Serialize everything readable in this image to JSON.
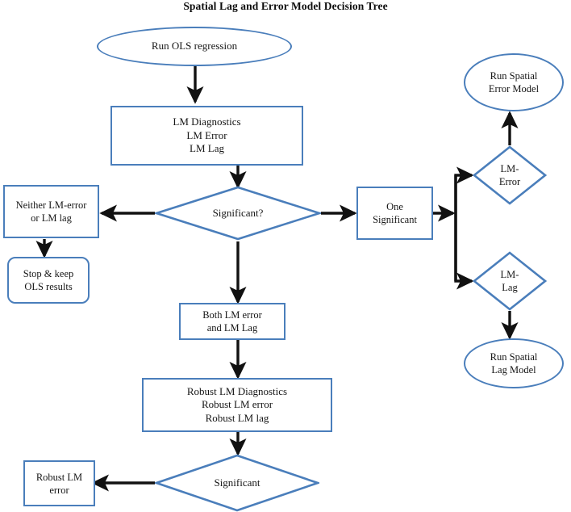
{
  "title": "Spatial Lag and Error Model Decision Tree",
  "theme": {
    "shape_stroke": "#4a7ebb",
    "arrow_color": "#111111",
    "text_color": "#161616",
    "background": "#ffffff"
  },
  "nodes": {
    "run_ols": {
      "label": "Run OLS regression",
      "shape": "ellipse"
    },
    "lm_diagnostics": {
      "label": "LM Diagnostics\nLM Error\nLM Lag",
      "shape": "rect"
    },
    "significant_q": {
      "label": "Significant?",
      "shape": "diamond"
    },
    "neither": {
      "label": "Neither LM-error\nor LM lag",
      "shape": "rect"
    },
    "stop_keep": {
      "label": "Stop & keep\nOLS results",
      "shape": "rounded-rect"
    },
    "one_significant": {
      "label": "One\nSignificant",
      "shape": "rect"
    },
    "lm_error": {
      "label": "LM-\nError",
      "shape": "diamond"
    },
    "lm_lag": {
      "label": "LM-\nLag",
      "shape": "diamond"
    },
    "run_spatial_error": {
      "label": "Run Spatial\nError Model",
      "shape": "ellipse"
    },
    "run_spatial_lag": {
      "label": "Run Spatial\nLag Model",
      "shape": "ellipse"
    },
    "both_lm": {
      "label": "Both LM error\nand LM Lag",
      "shape": "rect"
    },
    "robust_diagnostics": {
      "label": "Robust LM Diagnostics\nRobust LM error\nRobust LM lag",
      "shape": "rect"
    },
    "significant_bottom": {
      "label": "Significant",
      "shape": "diamond"
    },
    "robust_lm_error": {
      "label": "Robust LM\nerror",
      "shape": "rect"
    }
  },
  "edges": [
    {
      "from": "run_ols",
      "to": "lm_diagnostics",
      "direction": "down"
    },
    {
      "from": "lm_diagnostics",
      "to": "significant_q",
      "direction": "down"
    },
    {
      "from": "significant_q",
      "to": "neither",
      "direction": "left"
    },
    {
      "from": "neither",
      "to": "stop_keep",
      "direction": "down"
    },
    {
      "from": "significant_q",
      "to": "one_significant",
      "direction": "right"
    },
    {
      "from": "one_significant",
      "to": "lm_error",
      "direction": "right-up-branch"
    },
    {
      "from": "one_significant",
      "to": "lm_lag",
      "direction": "right-down-branch"
    },
    {
      "from": "lm_error",
      "to": "run_spatial_error",
      "direction": "up"
    },
    {
      "from": "lm_lag",
      "to": "run_spatial_lag",
      "direction": "down"
    },
    {
      "from": "significant_q",
      "to": "both_lm",
      "direction": "down"
    },
    {
      "from": "both_lm",
      "to": "robust_diagnostics",
      "direction": "down"
    },
    {
      "from": "robust_diagnostics",
      "to": "significant_bottom",
      "direction": "down"
    },
    {
      "from": "significant_bottom",
      "to": "robust_lm_error",
      "direction": "left"
    }
  ]
}
